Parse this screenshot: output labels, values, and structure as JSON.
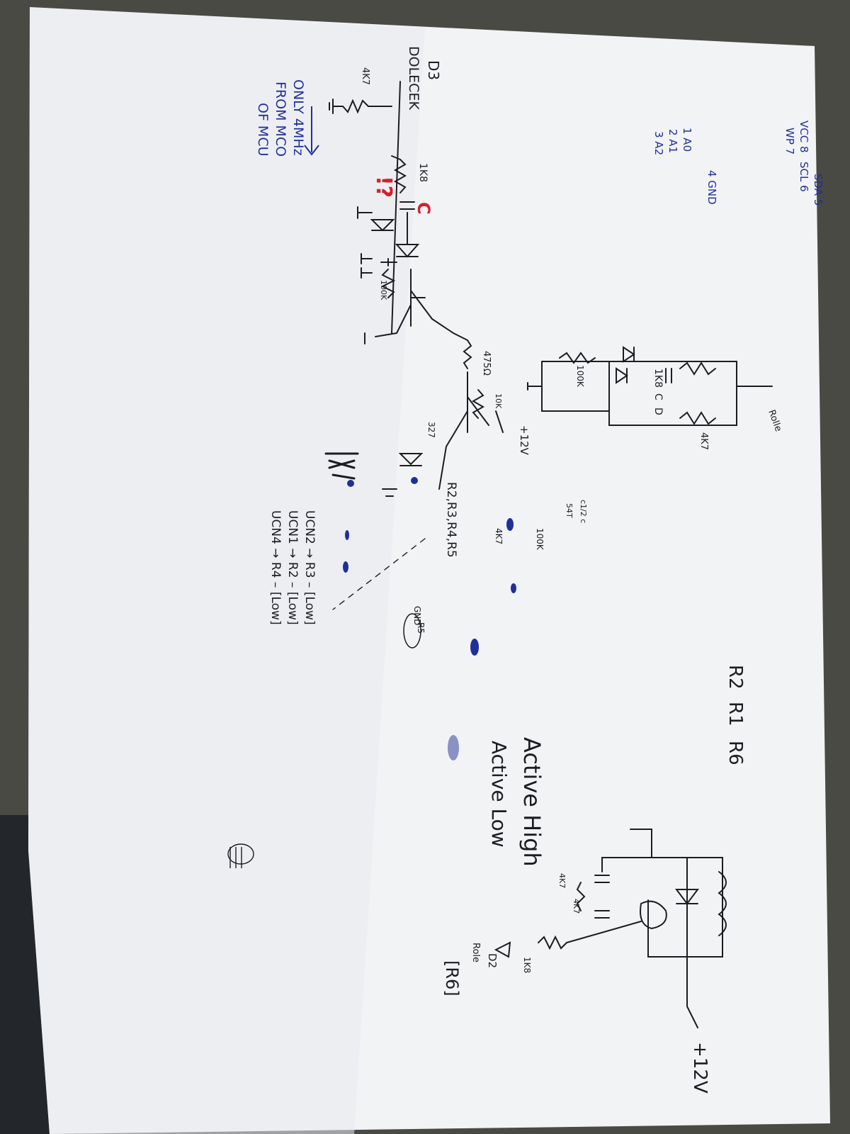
{
  "photo": {
    "paper_color": "#f3f4f6",
    "background_color": "#4a4a45",
    "ink_black": "#1c1c22",
    "ink_blue": "#1f2f9a",
    "ink_red": "#d4202a"
  },
  "labels": {
    "d3": "D3",
    "dolecek": "DOLECEK",
    "r_4k7_left": "4K7",
    "r_1k8_c": "1K8",
    "c_mark_red": "C",
    "question_mark": "!?",
    "r_100k_cap": "100K",
    "r_475": "475Ω",
    "r_10k": "10K",
    "v_plus12_mid": "+12V",
    "d_327": "327",
    "r_100k_top": "100K",
    "r_1k8_top": "1K8",
    "c_top": "C",
    "d_top": "D",
    "r_4k7_top": "4K7",
    "role_top": "Rolle",
    "r_100k_right": "100K",
    "r_4k7_right": "4K7",
    "c_54t": "54T",
    "c_pins": "c1/2 c",
    "relays_list": "R2,R3,R4,R5",
    "gnd_r5": "GND",
    "r5_circle": "R5",
    "r6_label": "R6",
    "r1_label": "R1",
    "r2_label": "R2",
    "active_high": "Active High",
    "active_low": "Active Low",
    "r_1k8_relay": "1K8",
    "d2_label": "D2",
    "role_relay": "Role",
    "r6_box": "[R6]",
    "r_4k7_relay_a": "4K7",
    "r_4k7_relay_b": "4K7",
    "v_plus12_bottom": "+12V",
    "ucn_note_1": "UCN2 → R3 – [Low]",
    "ucn_note_2": "UCN1 → R2 – [Low]",
    "ucn_note_3": "UCN4 → R4 – [Low]",
    "clock_note_1": "ONLY 4MHz",
    "clock_note_2": "FROM MCO",
    "clock_note_3": "OF MCU",
    "eeprom_pin_1": "1 A0",
    "eeprom_pin_2": "2 A1",
    "eeprom_pin_3": "3 A2",
    "eeprom_pin_4": "4 GND",
    "eeprom_pin_8": "VCC 8",
    "eeprom_pin_7": "WP 7",
    "eeprom_pin_6": "SCL 6",
    "eeprom_pin_5": "SDA 5"
  }
}
